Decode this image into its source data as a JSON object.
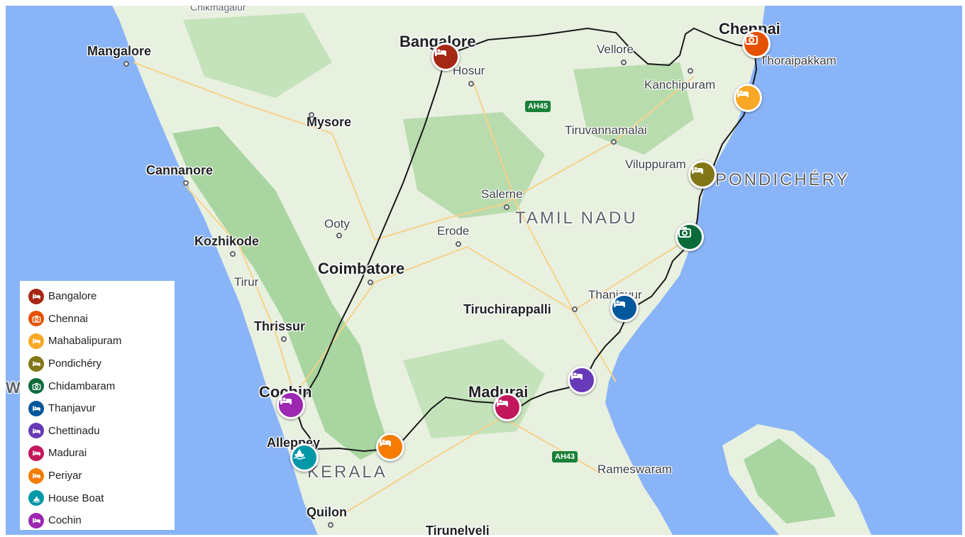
{
  "map": {
    "labels": {
      "chikmagalur": "Chikmagalur",
      "mangalore": "Mangalore",
      "bangalore": "Bangalore",
      "hosur": "Hosur",
      "vellore": "Vellore",
      "chennai": "Chennai",
      "thoraipakkam": "Thoraipakkam",
      "kanchipuram": "Kanchipuram",
      "mysore": "Mysore",
      "tiruvannamalai": "Tiruvannamalai",
      "cannanore": "Cannanore",
      "viluppuram": "Viluppuram",
      "pondichery": "PONDICHÉRY",
      "salerne": "Salerne",
      "tamil_nadu": "TAMIL NADU",
      "ooty": "Ooty",
      "erode": "Erode",
      "kozhikode": "Kozhikode",
      "coimbatore": "Coimbatore",
      "tirur": "Tirur",
      "thanjavur": "Thanjavur",
      "tiruchirappalli": "Tiruchirappalli",
      "thrissur": "Thrissur",
      "cochin": "Cochin",
      "madurai": "Madurai",
      "alleppey": "Alleppey",
      "kerala": "KERALA",
      "rameswaram": "Rameswaram",
      "quilon": "Quilon",
      "tirunelveli": "Tirunelveli",
      "edge_w": "W"
    },
    "shields": {
      "ah45": "AH45",
      "ah43": "AH43"
    },
    "markers": [
      {
        "name": "Bangalore",
        "color": "#a52714",
        "icon": "bed"
      },
      {
        "name": "Chennai",
        "color": "#e65100",
        "icon": "camera"
      },
      {
        "name": "Mahabalipuram",
        "color": "#f9a825",
        "icon": "bed"
      },
      {
        "name": "Pondichéry",
        "color": "#817717",
        "icon": "bed"
      },
      {
        "name": "Chidambaram",
        "color": "#0b6b3a",
        "icon": "camera"
      },
      {
        "name": "Thanjavur",
        "color": "#01579b",
        "icon": "bed"
      },
      {
        "name": "Chettinadu",
        "color": "#673ab7",
        "icon": "bed"
      },
      {
        "name": "Madurai",
        "color": "#c2185b",
        "icon": "bed"
      },
      {
        "name": "Periyar",
        "color": "#f57c00",
        "icon": "bed"
      },
      {
        "name": "House Boat",
        "color": "#0097a7",
        "icon": "boat"
      },
      {
        "name": "Cochin",
        "color": "#9c27b0",
        "icon": "bed"
      }
    ]
  }
}
